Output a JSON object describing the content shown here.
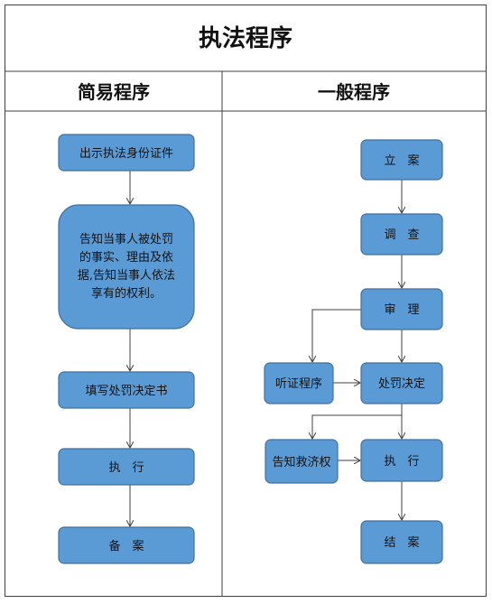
{
  "title": "执法程序",
  "columns": {
    "left": "简易程序",
    "right": "一般程序"
  },
  "simple": {
    "step1": "出示执法身份证件",
    "step2_lines": [
      "告知当事人被处罚",
      "的事实、理由及依",
      "据,告知当事人依法",
      "享有的权利。"
    ],
    "step3": "填写处罚决定书",
    "step4": "执　行",
    "step5": "备　案"
  },
  "general": {
    "file": "立　案",
    "investigate": "调　查",
    "review": "审　理",
    "hearing": "听证程序",
    "decision": "处罚决定",
    "remedy": "告知救济权",
    "execute": "执　行",
    "close": "结　案"
  },
  "colors": {
    "box_fill": "#5b9bd5",
    "box_stroke": "#41719c",
    "border": "#404040"
  }
}
